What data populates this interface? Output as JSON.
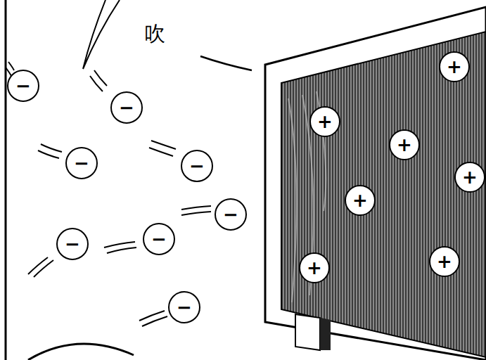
{
  "diagram": {
    "nodes": [
      {
        "text": [
          "+"
        ]
      },
      {
        "text": [
          "−"
        ]
      },
      {
        "text": [
          "−"
        ]
      },
      {
        "text": [
          "+"
        ]
      },
      {
        "text": [
          "+"
        ]
      },
      {
        "text": [
          "−"
        ]
      },
      {
        "text": [
          "−"
        ]
      },
      {
        "text": [
          "+"
        ]
      },
      {
        "text": [
          "+"
        ]
      },
      {
        "text": [
          "−"
        ]
      },
      {
        "text": [
          "−"
        ]
      },
      {
        "text": [
          "−"
        ]
      },
      {
        "text": [
          "+"
        ]
      },
      {
        "text": [
          "+"
        ]
      },
      {
        "text": [
          "−"
        ]
      }
    ],
    "labels": [
      "吹"
    ]
  }
}
